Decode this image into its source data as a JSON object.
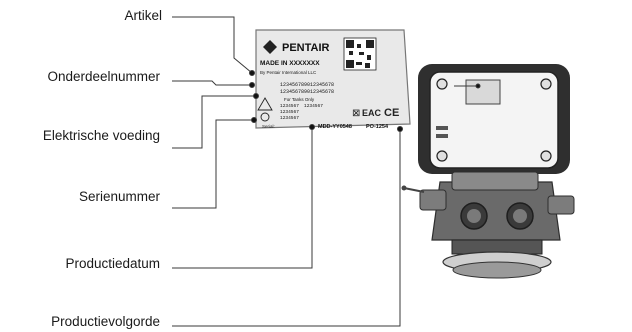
{
  "callouts": {
    "artikel": "Artikel",
    "onderdeelnummer": "Onderdeelnummer",
    "elektrische_voeding": "Elektrische voeding",
    "serienummer": "Serienummer",
    "productiedatum": "Productiedatum",
    "productievolgorde": "Productievolgorde"
  },
  "label": {
    "brand": "PENTAIR",
    "made_in": "MADE IN XXXXXXX",
    "company": "By Pentair International LLC",
    "part_line_1": "123456789012345678",
    "part_line_2": "123456789012345678",
    "power_note": "For Tanks Only",
    "serial_a": "1234567",
    "serial_b": "1234567",
    "serial_c": "1234567",
    "serial_d": "1234567",
    "serial_prefix": "Serial:",
    "date_code": "MDD-YY0548",
    "order_code": "PO-1254",
    "eac_mark": "EAC",
    "ce_mark": "CE"
  },
  "colors": {
    "line": "#3a3a3a",
    "label_bg": "#e9e9e9",
    "label_border": "#777777",
    "valve_dark": "#3c3c3c",
    "valve_body": "#6e6e6e"
  }
}
